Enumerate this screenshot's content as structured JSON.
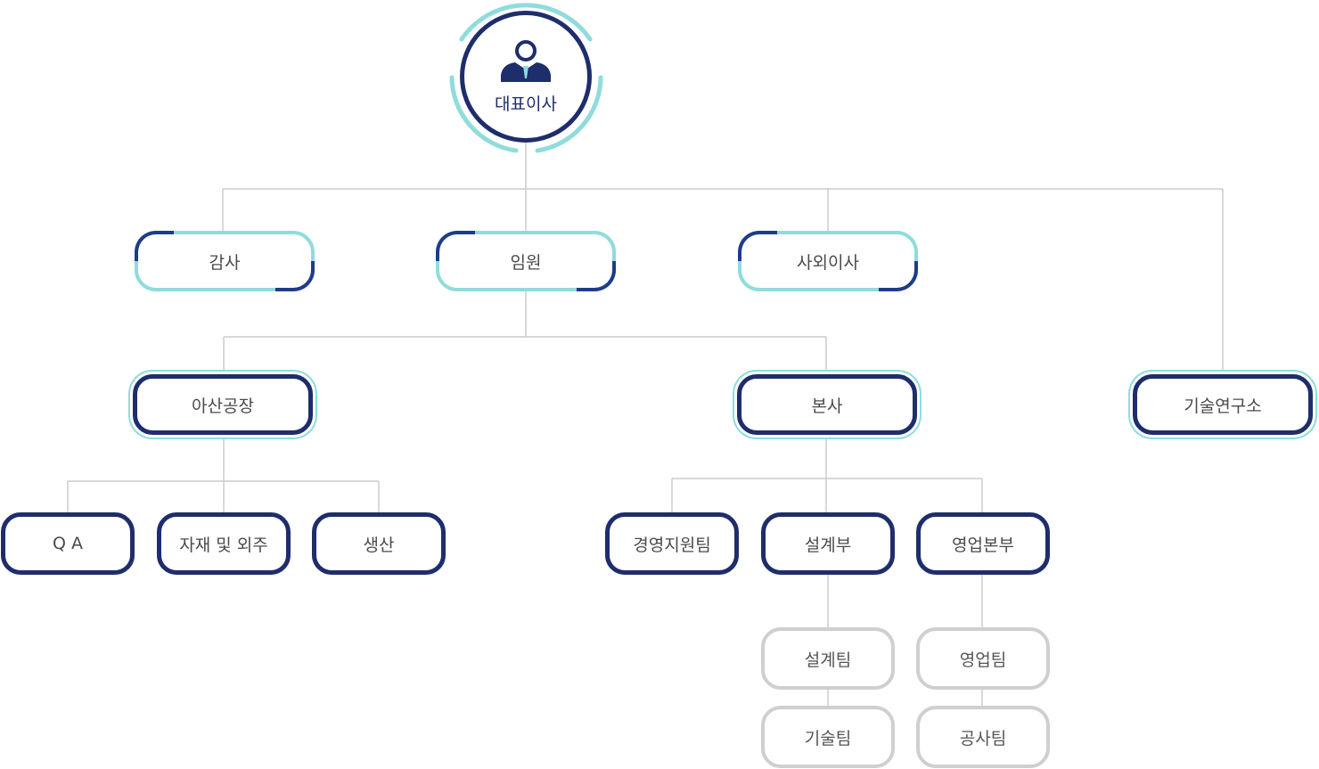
{
  "colors": {
    "navy": "#1e2d6b",
    "accent_blue": "#1f3b8a",
    "teal": "#8fdcdc",
    "gray": "#cfcfcf",
    "line": "#cccccc"
  },
  "ceo": {
    "label": "대표이사",
    "icon": "person-suit-icon"
  },
  "level1": [
    {
      "id": "audit",
      "label": "감사"
    },
    {
      "id": "executive",
      "label": "임원"
    },
    {
      "id": "outside-director",
      "label": "사외이사"
    }
  ],
  "level2": [
    {
      "id": "asan-factory",
      "label": "아산공장"
    },
    {
      "id": "headquarters",
      "label": "본사"
    },
    {
      "id": "research-institute",
      "label": "기술연구소"
    }
  ],
  "level3": [
    {
      "id": "qa",
      "label": "Q A"
    },
    {
      "id": "materials-outsourcing",
      "label": "자재 및 외주"
    },
    {
      "id": "production",
      "label": "생산"
    },
    {
      "id": "management-support",
      "label": "경영지원팀"
    },
    {
      "id": "design-dept",
      "label": "설계부"
    },
    {
      "id": "sales-hq",
      "label": "영업본부"
    }
  ],
  "level4": [
    {
      "id": "design-team",
      "label": "설계팀"
    },
    {
      "id": "sales-team",
      "label": "영업팀"
    },
    {
      "id": "tech-team",
      "label": "기술팀"
    },
    {
      "id": "construction-team",
      "label": "공사팀"
    }
  ]
}
